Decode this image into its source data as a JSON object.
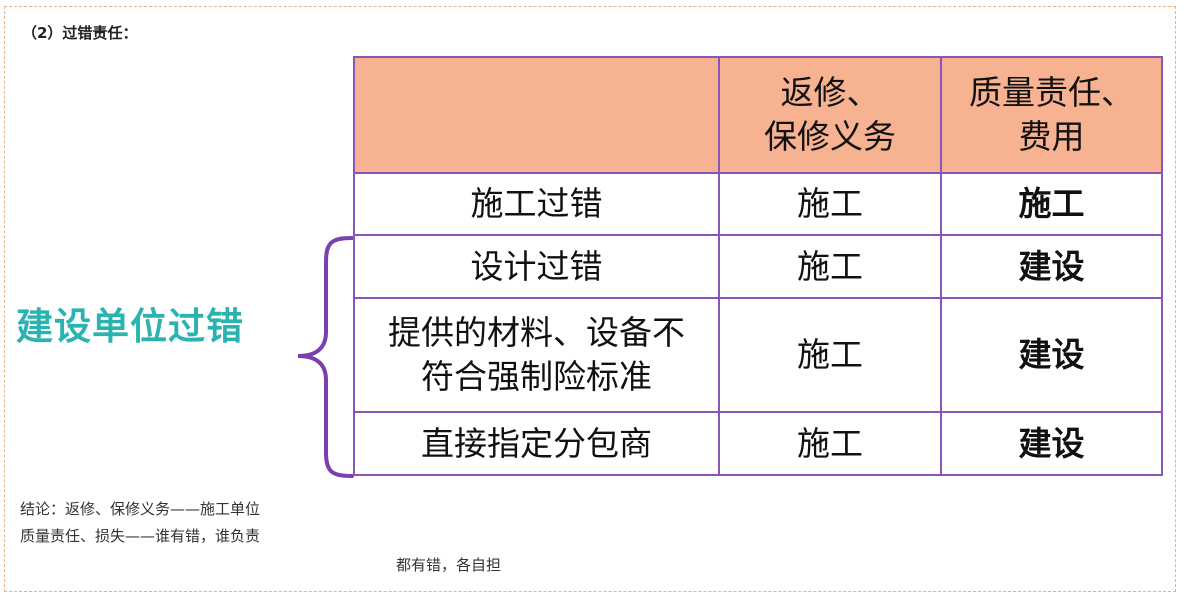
{
  "heading": "（2）过错责任：",
  "side_label": "建设单位过错",
  "table": {
    "header": [
      "",
      "返修、\n保修义务",
      "质量责任、\n费用"
    ],
    "rows": [
      {
        "cause": "施工过错",
        "repair": "施工",
        "liability": "施工",
        "liability_color": "#ef5a1d"
      },
      {
        "cause": "设计过错",
        "repair": "施工",
        "liability": "建设",
        "liability_color": "#2ab3b0"
      },
      {
        "cause": "提供的材料、设备不\n符合强制险标准",
        "repair": "施工",
        "liability": "建设",
        "liability_color": "#2ab3b0"
      },
      {
        "cause": "直接指定分包商",
        "repair": "施工",
        "liability": "建设",
        "liability_color": "#2ab3b0"
      }
    ]
  },
  "conclusion": {
    "line1": "结论：返修、保修义务——施工单位",
    "line2": "质量责任、损失——谁有错，谁负责",
    "line3": "都有错，各自担"
  },
  "colors": {
    "header_bg": "#f6b291",
    "border": "#8a55b8",
    "accent_teal": "#2ab3b0",
    "accent_orange": "#ef5a1d",
    "brace": "#7b3fb0"
  }
}
